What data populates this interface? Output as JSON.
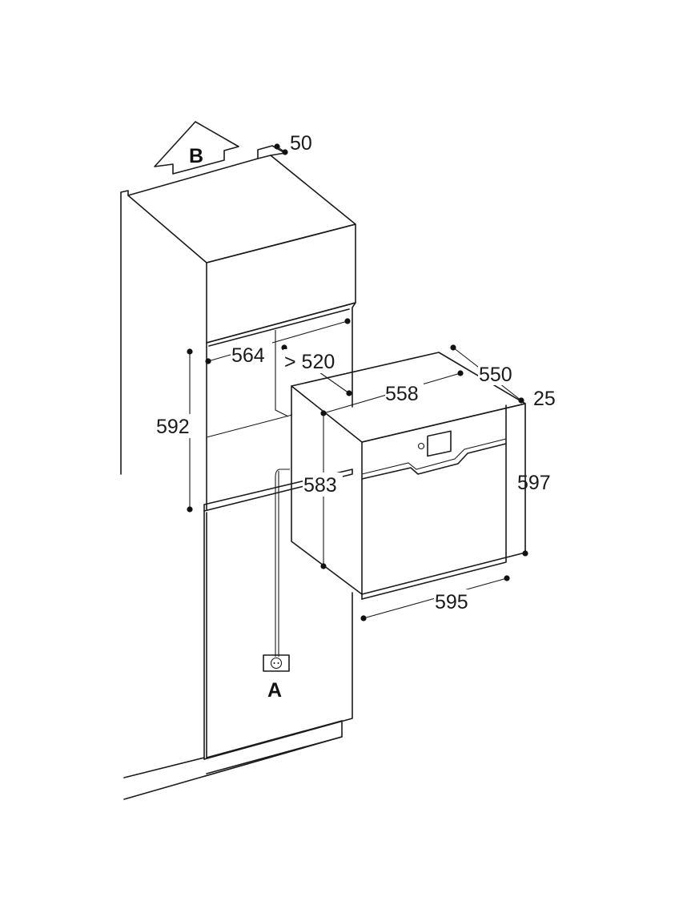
{
  "labels": {
    "ventilation_arrow": "B",
    "socket": "A"
  },
  "dimensions": {
    "top_vent_gap": "50",
    "niche_width": "564",
    "niche_depth": "> 520",
    "niche_height": "592",
    "appliance_body_width": "558",
    "appliance_depth": "550",
    "front_panel_depth": "25",
    "appliance_body_height": "583",
    "appliance_height": "597",
    "appliance_width": "595"
  }
}
